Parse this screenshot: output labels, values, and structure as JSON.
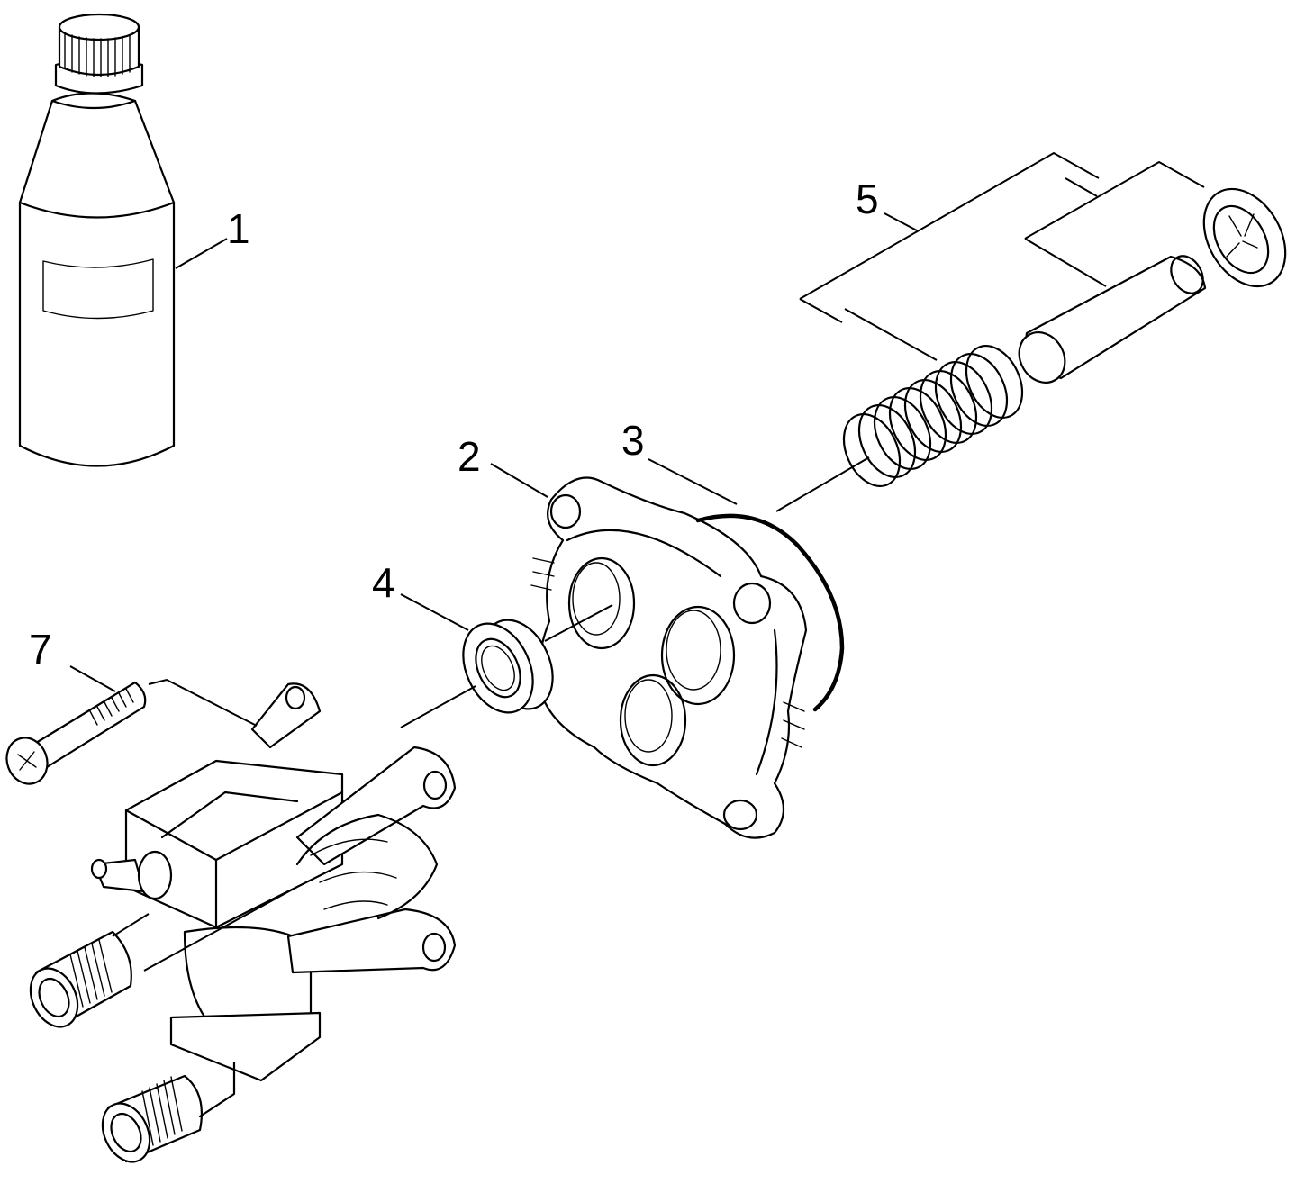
{
  "callouts": [
    {
      "id": "1",
      "label": "1"
    },
    {
      "id": "2",
      "label": "2"
    },
    {
      "id": "3",
      "label": "3"
    },
    {
      "id": "4",
      "label": "4"
    },
    {
      "id": "5",
      "label": "5"
    },
    {
      "id": "7",
      "label": "7"
    }
  ],
  "parts": [
    {
      "callout": "1",
      "icon": "oil-bottle-icon"
    },
    {
      "callout": "2",
      "icon": "valve-housing-flange-icon"
    },
    {
      "callout": "3",
      "icon": "o-ring-icon"
    },
    {
      "callout": "4",
      "icon": "seal-ring-icon"
    },
    {
      "callout": "5",
      "icon": "piston-spring-kit-icon"
    },
    {
      "callout": "7",
      "icon": "screw-icon"
    }
  ]
}
